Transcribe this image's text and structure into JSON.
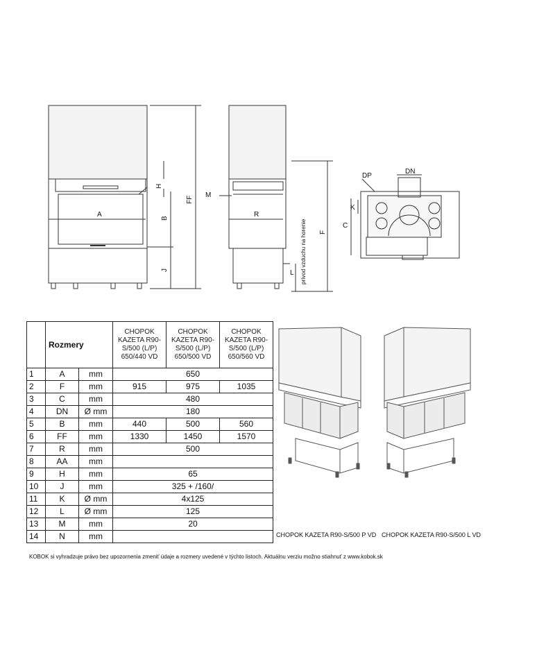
{
  "drawings": {
    "front_labels": {
      "a": "A",
      "b": "B",
      "h": "H",
      "j": "J",
      "ff": "FF"
    },
    "side_labels": {
      "m": "M",
      "r": "R",
      "l": "L",
      "f": "F",
      "air_intake": "prívod vzduchu na horenie"
    },
    "top_labels": {
      "dp": "DP",
      "dn": "DN",
      "k": "K",
      "c": "C"
    }
  },
  "table": {
    "title": "Rozmery",
    "columns": [
      "CHOPOK KAZETA R90-S/500 (L/P) 650/440 VD",
      "CHOPOK KAZETA R90-S/500 (L/P) 650/500 VD",
      "CHOPOK KAZETA R90-S/500 (L/P) 650/560 VD"
    ],
    "rows": [
      {
        "n": "1",
        "sym": "A",
        "unit": "mm",
        "values": [
          "650"
        ]
      },
      {
        "n": "2",
        "sym": "F",
        "unit": "mm",
        "values": [
          "915",
          "975",
          "1035"
        ]
      },
      {
        "n": "3",
        "sym": "C",
        "unit": "mm",
        "values": [
          "480"
        ]
      },
      {
        "n": "4",
        "sym": "DN",
        "unit": "Ø mm",
        "values": [
          "180"
        ]
      },
      {
        "n": "5",
        "sym": "B",
        "unit": "mm",
        "values": [
          "440",
          "500",
          "560"
        ]
      },
      {
        "n": "6",
        "sym": "FF",
        "unit": "mm",
        "values": [
          "1330",
          "1450",
          "1570"
        ]
      },
      {
        "n": "7",
        "sym": "R",
        "unit": "mm",
        "values": [
          "500"
        ]
      },
      {
        "n": "8",
        "sym": "AA",
        "unit": "mm",
        "values": [
          ""
        ]
      },
      {
        "n": "9",
        "sym": "H",
        "unit": "mm",
        "values": [
          "65"
        ]
      },
      {
        "n": "10",
        "sym": "J",
        "unit": "mm",
        "values": [
          "325 + /160/"
        ]
      },
      {
        "n": "11",
        "sym": "K",
        "unit": "Ø mm",
        "values": [
          "4x125"
        ]
      },
      {
        "n": "12",
        "sym": "L",
        "unit": "Ø mm",
        "values": [
          "125"
        ]
      },
      {
        "n": "13",
        "sym": "M",
        "unit": "mm",
        "values": [
          "20"
        ]
      },
      {
        "n": "14",
        "sym": "N",
        "unit": "mm",
        "values": [
          ""
        ]
      }
    ]
  },
  "captions": {
    "right_variant": "CHOPOK KAZETA R90-S/500 P VD",
    "left_variant": "CHOPOK KAZETA R90-S/500 L VD"
  },
  "footer": "KOBOK si vyhradzuje právo bez upozornenia zmeniť údaje a rozmery uvedené v týchto listoch. Aktuálnu verziu možno stiahnuť z www.kobok.sk"
}
